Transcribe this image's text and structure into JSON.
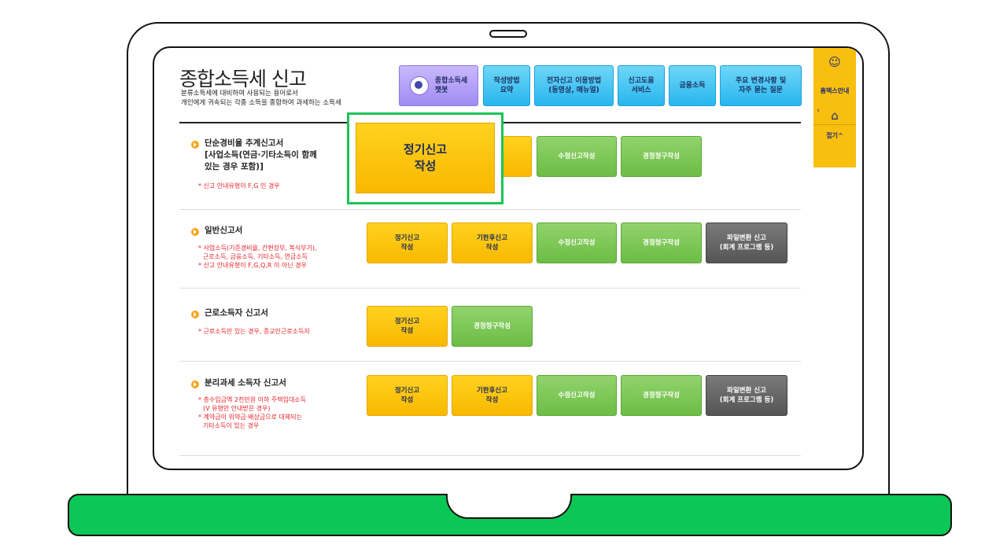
{
  "page": {
    "title": "종합소득세 신고",
    "subtitle_line1": "분류소득세에 대비하여 사용되는 용어로서",
    "subtitle_line2": "개인에게 귀속되는 각종 소득을 종합하여 과세하는 소득세"
  },
  "topnav": {
    "chatbot_line1": "종합소득세",
    "chatbot_line2": "챗봇",
    "guide_line1": "작성방법",
    "guide_line2": "요약",
    "efile_line1": "전자신고 이용방법",
    "efile_line2": "(동영상, 매뉴얼)",
    "help_line1": "신고도움",
    "help_line2": "서비스",
    "finance": "금융소득",
    "faq_line1": "주요 변경사항 및",
    "faq_line2": "자주 묻는 질문"
  },
  "sidebar": {
    "hometax_guide": "홈택스안내",
    "collapse": "접기^"
  },
  "sections": {
    "simple": {
      "title_line1": "단순경비율 추계신고서",
      "title_line2": "[사업소득(연금·기타소득이 함께",
      "title_line3": "있는 경우 포함)]",
      "note1": "* 신고 안내유형이 F,G 인 경우"
    },
    "general": {
      "title": "일반신고서",
      "note1": "* 사업소득(기준경비율, 간편장부, 복식부기),",
      "note2": "근로소득, 금융소득, 기타소득, 연금소득",
      "note3": "* 신고 안내유형이 F,G,Q,R 이 아닌 경우"
    },
    "labor": {
      "title": "근로소득자 신고서",
      "note1": "* 근로소득만 있는 경우, 종교인근로소득자"
    },
    "separate": {
      "title": "분리과세 소득자 신고서",
      "note1": "* 총수입금액 2천만원 이하 주택임대소득",
      "note2": "(V 유형만 안내받은 경우)",
      "note3": "* 계약금이 위약금·배상금으로 대체되는",
      "note4": "기타소득이 있는 경우"
    }
  },
  "buttons": {
    "regular_line1": "정기신고",
    "regular_line2": "작성",
    "late_line1": "기한후신고",
    "late_line2": "작성",
    "amend": "수정신고작성",
    "correction": "경정청구작성",
    "file_line1": "파일변환 신고",
    "file_line2": "(회계 프로그램 등)"
  },
  "colors": {
    "yellow": "#f9b800",
    "green": "#6cbd45",
    "dark": "#555555",
    "highlight": "#19c457",
    "laptop_base": "#0bc755"
  }
}
